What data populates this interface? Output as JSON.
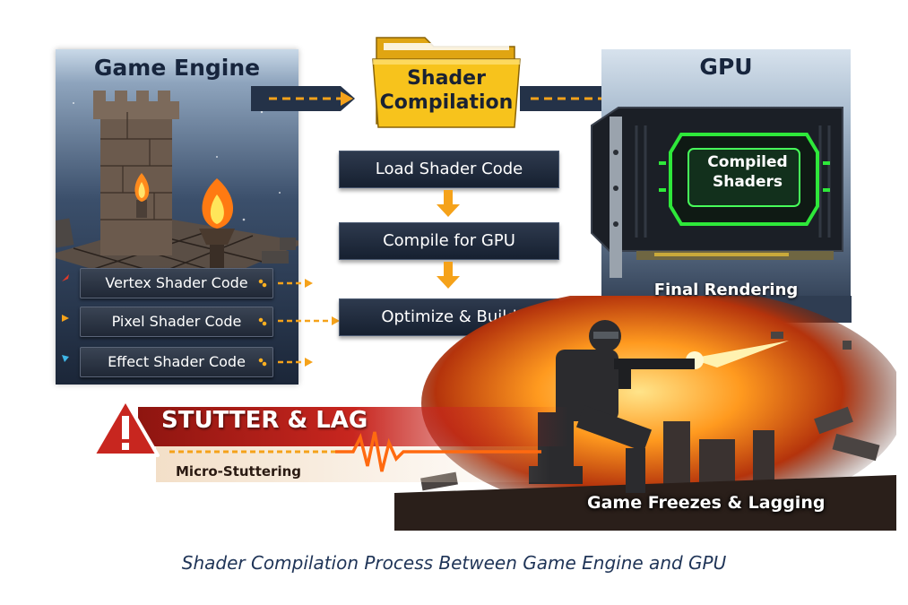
{
  "engine": {
    "title": "Game Engine",
    "shaders": [
      "Vertex Shader Code",
      "Pixel Shader Code",
      "Effect Shader Code"
    ]
  },
  "compilation": {
    "title_line1": "Shader",
    "title_line2": "Compilation",
    "steps": [
      "Load Shader Code",
      "Compile for GPU",
      "Optimize & Build"
    ]
  },
  "gpu": {
    "title": "GPU",
    "chip_line1": "Compiled",
    "chip_line2": "Shaders",
    "final": "Final Rendering"
  },
  "stutter": {
    "title": "STUTTER & LAG",
    "subtitle": "Micro-Stuttering",
    "freeze": "Game Freezes & Lagging"
  },
  "caption": "Shader Compilation Process Between Game Engine and GPU",
  "colors": {
    "accent_orange": "#f5a21a",
    "folder_yellow": "#f7c31c",
    "navy": "#1b2638",
    "alert_red": "#c8261f",
    "chip_green": "#2ee83a"
  }
}
